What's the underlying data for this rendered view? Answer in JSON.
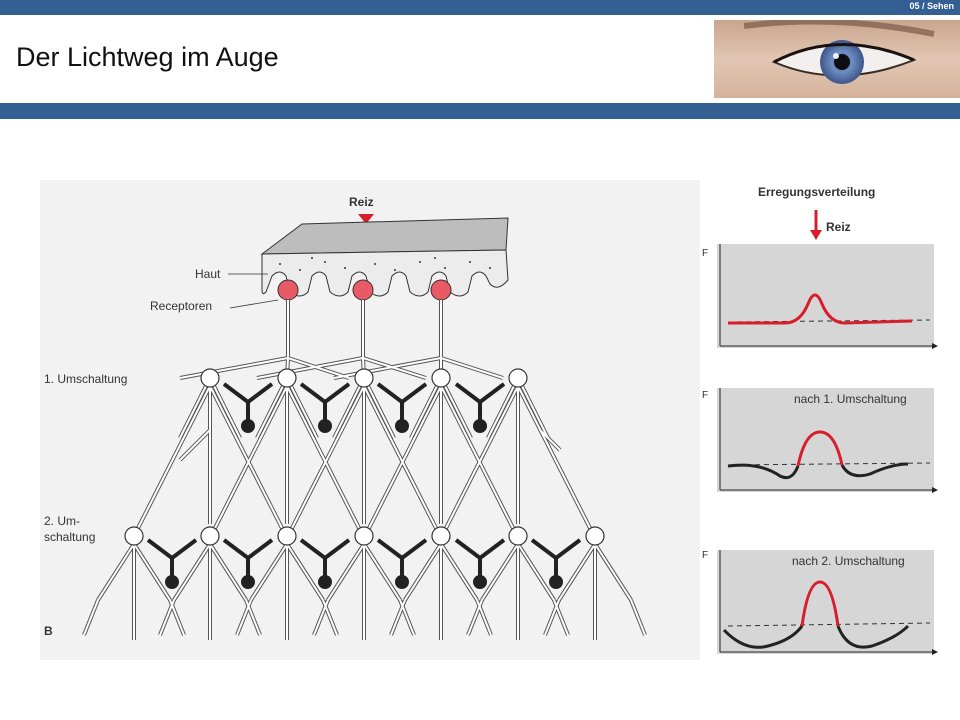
{
  "header": {
    "slide_code": "05 / Sehen",
    "title": "Der Lichtweg im Auge",
    "photo_icon": "eye-photo"
  },
  "diagram": {
    "reiz_label": "Reiz",
    "haut_label": "Haut",
    "receptoren_label": "Receptoren",
    "umschaltung1_label": "1. Umschaltung",
    "umschaltung2_line1": "2. Um-",
    "umschaltung2_line2": "schaltung",
    "panel_letter": "B",
    "colors": {
      "receptor": "#e85a66",
      "stimulus": "#d81e2c",
      "neuron": "#222222"
    }
  },
  "graphs": {
    "title": "Erregungsverteilung",
    "reiz_label": "Reiz",
    "axis_label": "F",
    "panel2_caption": "nach 1. Umschaltung",
    "panel3_caption": "nach 2. Umschaltung"
  }
}
